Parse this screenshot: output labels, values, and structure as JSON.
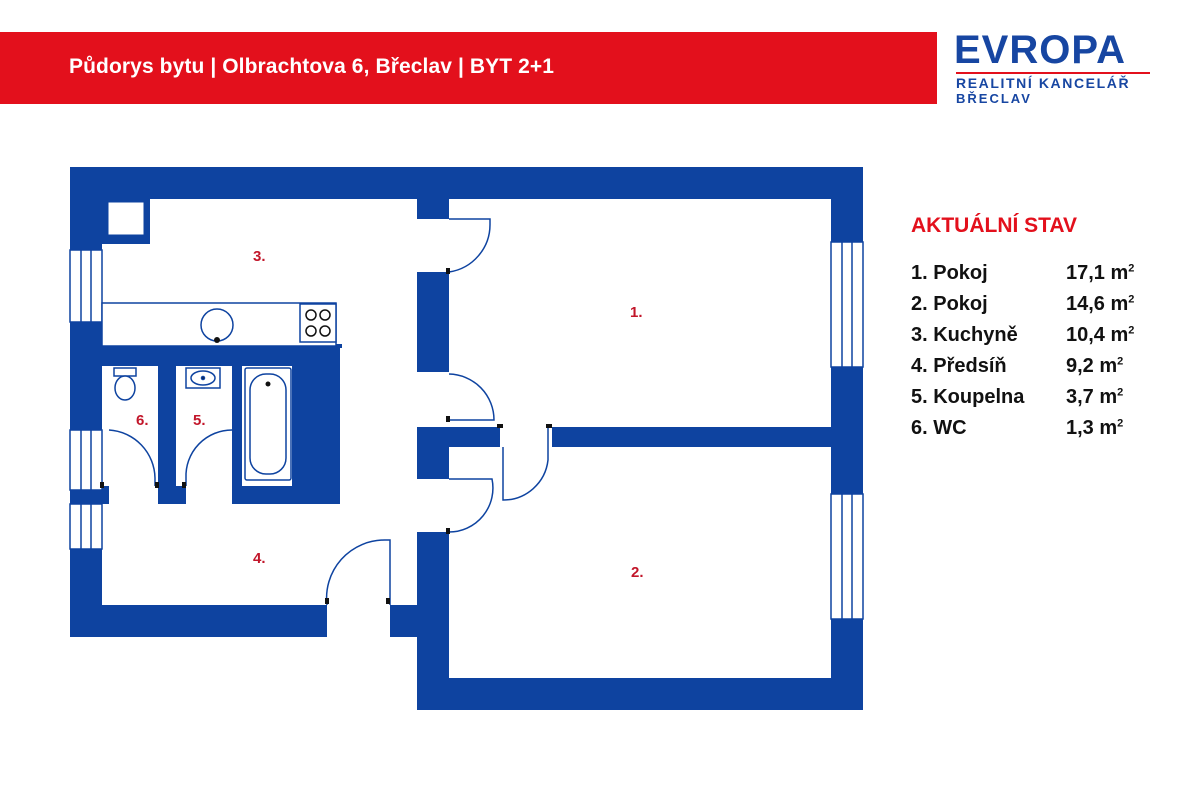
{
  "header": {
    "title": "Půdorys bytu  |  Olbrachtova 6, Břeclav | BYT 2+1"
  },
  "logo": {
    "name": "EVROPA",
    "subtitle": "REALITNÍ KANCELÁŘ",
    "city": "BŘECLAV"
  },
  "legend": {
    "title": "AKTUÁLNÍ STAV",
    "rooms": [
      {
        "name": "1. Pokoj",
        "area": "17,1 m",
        "exp": "2"
      },
      {
        "name": "2. Pokoj",
        "area": "14,6 m",
        "exp": "2"
      },
      {
        "name": "3. Kuchyně",
        "area": "10,4 m",
        "exp": "2"
      },
      {
        "name": "4. Předsíň",
        "area": "9,2 m",
        "exp": "2"
      },
      {
        "name": "5. Koupelna",
        "area": "3,7 m",
        "exp": "2"
      },
      {
        "name": "6. WC",
        "area": "1,3 m",
        "exp": "2"
      }
    ]
  },
  "plan": {
    "room_labels": [
      "1.",
      "2.",
      "3.",
      "4.",
      "5.",
      "6."
    ]
  },
  "colors": {
    "banner_red": "#e3101c",
    "wall_blue": "#0e43a0",
    "logo_blue": "#1746a2",
    "label_red": "#c2162a"
  }
}
